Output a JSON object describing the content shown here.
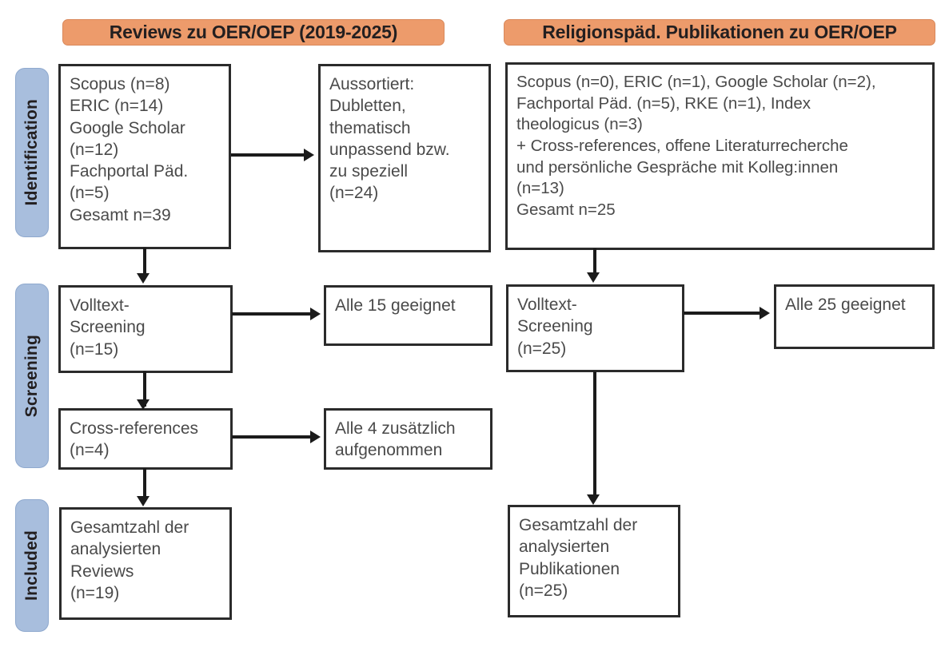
{
  "headers": {
    "left": "Reviews zu OER/OEP (2019-2025)",
    "right": "Religionspäd. Publikationen zu OER/OEP"
  },
  "stages": [
    {
      "id": "identification",
      "label": "Identification"
    },
    {
      "id": "screening",
      "label": "Screening"
    },
    {
      "id": "included",
      "label": "Included"
    }
  ],
  "colors": {
    "header_orange": "#ED9B6B",
    "stage_blue": "#A8BEDD",
    "box_border": "#2b2b2b",
    "text": "#4a4a4a"
  },
  "left_column": {
    "identification_box": "Scopus (n=8)\nERIC (n=14)\nGoogle Scholar\n(n=12)\nFachportal Päd.\n(n=5)\nGesamt n=39",
    "excluded_box": "Aussortiert:\nDubletten,\nthematisch\nunpassend bzw.\nzu speziell\n(n=24)",
    "screening_box": "Volltext-\nScreening\n(n=15)",
    "screening_result_box": "Alle 15 geeignet",
    "crossrefs_box": "Cross-references\n(n=4)",
    "crossrefs_result_box": "Alle 4 zusätzlich\naufgenommen",
    "included_box": "Gesamtzahl der\nanalysierten\nReviews\n(n=19)"
  },
  "right_column": {
    "identification_box": "Scopus (n=0), ERIC (n=1), Google Scholar (n=2),\nFachportal Päd. (n=5), RKE (n=1), Index\ntheologicus (n=3)\n+ Cross-references, offene Literaturrecherche\nund persönliche Gespräche mit Kolleg:innen\n(n=13)\nGesamt n=25",
    "screening_box": "Volltext-\nScreening\n(n=25)",
    "screening_result_box": "Alle 25 geeignet",
    "included_box": "Gesamtzahl der\nanalysierten\nPublikationen\n(n=25)"
  }
}
